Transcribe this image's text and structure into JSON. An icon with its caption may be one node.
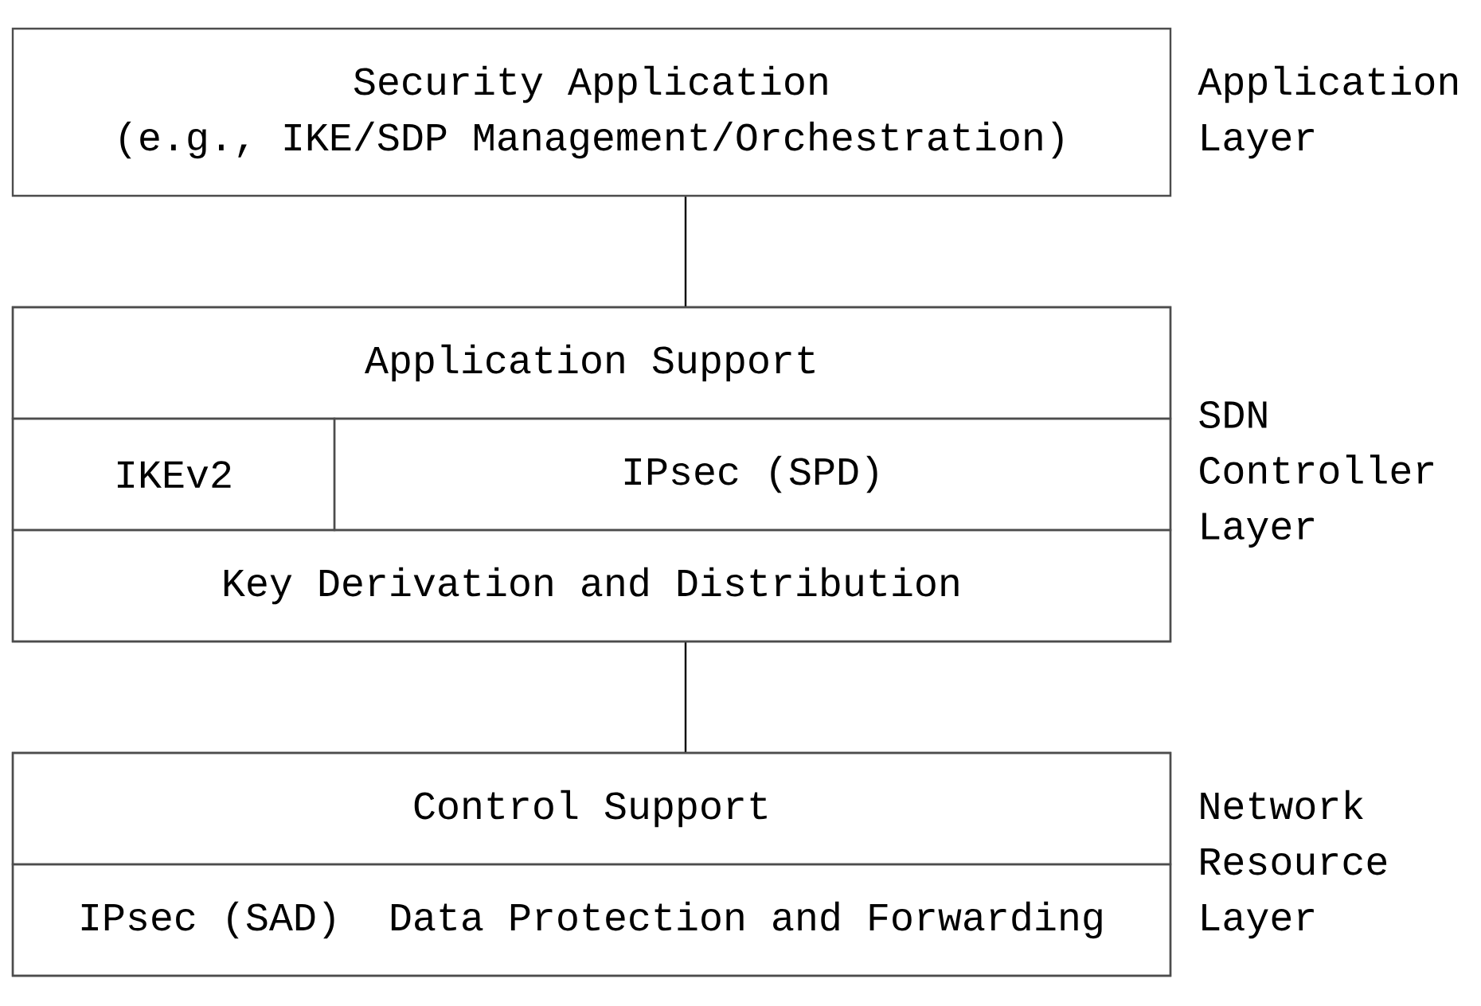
{
  "diagram": {
    "nodes": [
      {
        "text": [
          "Security Application",
          "(e.g., IKE/SDP Management/Orchestration)"
        ]
      },
      {
        "text": [],
        "shape": "box"
      },
      {
        "text": [
          "Application Support"
        ],
        "in": 1
      },
      {
        "text": [
          "IKEv2"
        ],
        "in": 1
      },
      {
        "text": [
          "IPsec (SPD)"
        ],
        "in": 1
      },
      {
        "text": [
          "Key Derivation and Distribution"
        ],
        "in": 1
      },
      {
        "text": [],
        "shape": "box"
      },
      {
        "text": [
          "Control Support"
        ],
        "in": 6
      },
      {
        "text": [
          "IPsec (SAD)",
          "Data Protection and Forwarding"
        ],
        "in": 6
      }
    ],
    "edges": [
      {
        "from": 0,
        "to": 1,
        "arrow": "none"
      },
      {
        "from": 1,
        "to": 6,
        "arrow": "none"
      }
    ],
    "labels": [
      "Application Layer",
      "SDN Controller Layer",
      "Network Resource Layer"
    ]
  }
}
